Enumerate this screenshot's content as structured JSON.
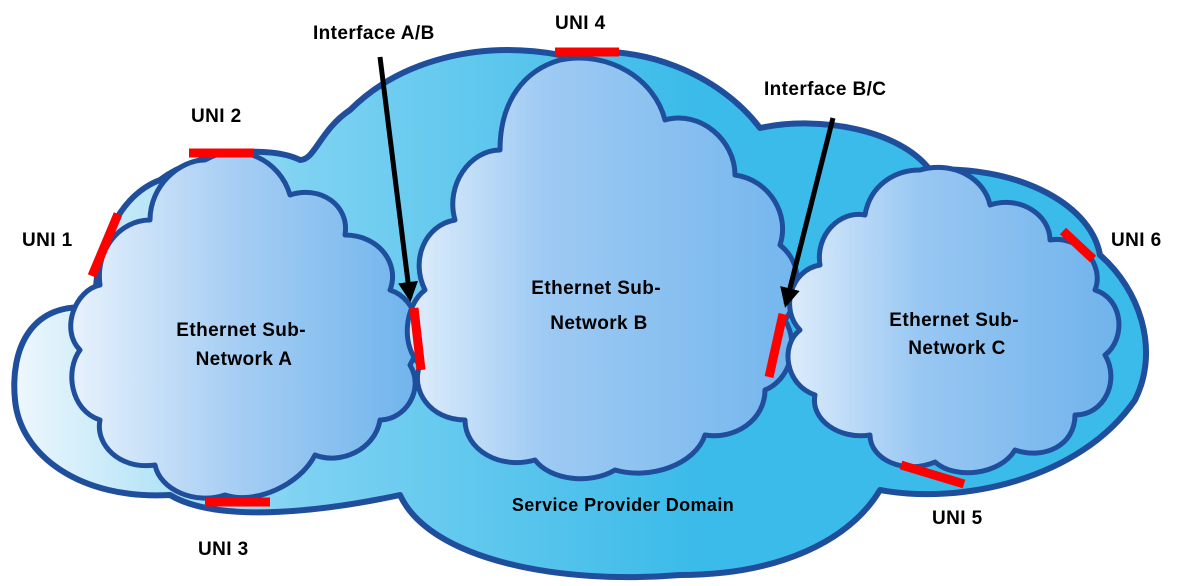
{
  "colors": {
    "outer_cloud": "#3bbbe9",
    "sub_cloud": "#7ab9ee",
    "sub_cloud_light": "#e8f2fc",
    "cloud_outline": "#1f4f9c",
    "uni_marker": "#ff0000",
    "arrow": "#000000"
  },
  "domain": {
    "label": "Service Provider Domain"
  },
  "subnetworks": [
    {
      "id": "a",
      "line1": "Ethernet Sub-",
      "line2": "Network A"
    },
    {
      "id": "b",
      "line1": "Ethernet Sub-",
      "line2": "Network B"
    },
    {
      "id": "c",
      "line1": "Ethernet Sub-",
      "line2": "Network C"
    }
  ],
  "unis": [
    "UNI 1",
    "UNI 2",
    "UNI 3",
    "UNI 4",
    "UNI 5",
    "UNI 6"
  ],
  "interfaces": [
    "Interface A/B",
    "Interface B/C"
  ]
}
